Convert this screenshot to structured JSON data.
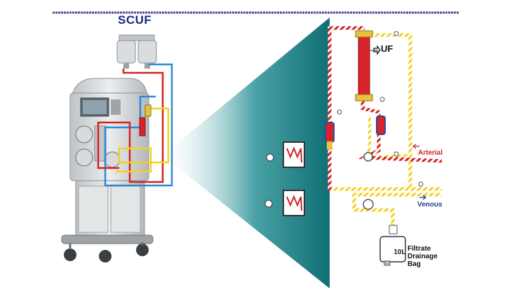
{
  "title": "SCUF",
  "labels": {
    "uf": "UF",
    "arterial": "Arterial",
    "venous": "Venous",
    "bag_capacity": "10L",
    "bag_line1": "Filtrate",
    "bag_line2": "Drainage",
    "bag_line3": "Bag"
  },
  "icons": {
    "uf_arrow": "arrow-right-icon",
    "arterial_arrow": "arrow-left-icon",
    "venous_arrow": "arrow-right-icon"
  },
  "colors": {
    "header_rule": "#4a4aa6",
    "title": "#1c2a7a",
    "arterial_line": "#d22323",
    "venous_line": "#f2d11f",
    "blue_line": "#2a88d8",
    "filter": "#d8232a",
    "filter_caps": "#e8c23c",
    "funnel_dark": "#0f6f74",
    "funnel_light": "#ffffff"
  }
}
